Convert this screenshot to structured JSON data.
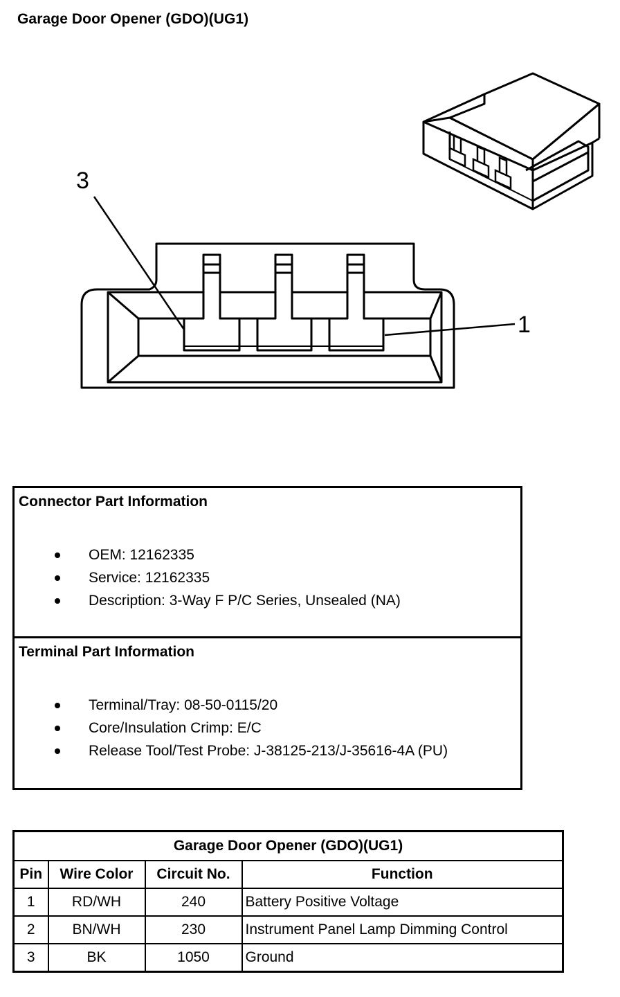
{
  "title": "Garage Door Opener (GDO)(UG1)",
  "diagram": {
    "callouts": [
      "3",
      "1"
    ]
  },
  "connector_info": {
    "heading": "Connector Part Information",
    "items": [
      "OEM: 12162335",
      "Service: 12162335",
      "Description: 3-Way F P/C Series, Unsealed (NA)"
    ]
  },
  "terminal_info": {
    "heading": "Terminal Part Information",
    "items": [
      "Terminal/Tray: 08-50-0115/20",
      "Core/Insulation Crimp: E/C",
      "Release Tool/Test Probe: J-38125-213/J-35616-4A (PU)"
    ]
  },
  "table": {
    "caption": "Garage Door Opener (GDO)(UG1)",
    "headers": [
      "Pin",
      "Wire Color",
      "Circuit No.",
      "Function"
    ],
    "rows": [
      [
        "1",
        "RD/WH",
        "240",
        "Battery Positive Voltage"
      ],
      [
        "2",
        "BN/WH",
        "230",
        "Instrument Panel Lamp Dimming Control"
      ],
      [
        "3",
        "BK",
        "1050",
        "Ground"
      ]
    ]
  }
}
